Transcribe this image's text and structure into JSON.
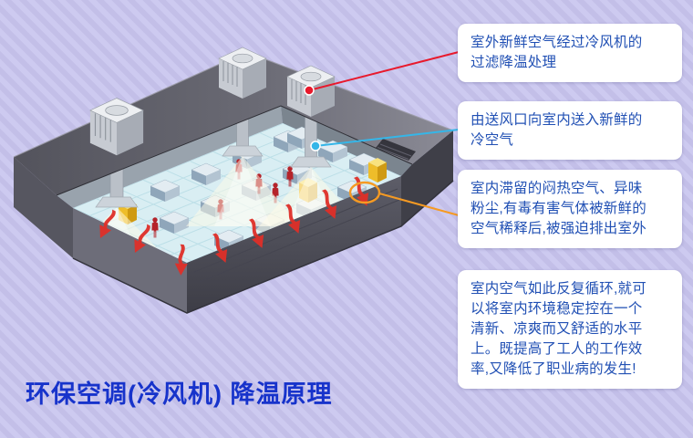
{
  "title": "环保空调(冷风机) 降温原理",
  "colors": {
    "title_text": "#1733cb",
    "callout_text": "#2150b4",
    "callout_background": "#ffffff",
    "page_background_base": "#cdcaf0",
    "page_background_stripe": "#c3bfe8",
    "marker_filter": "#e8192c",
    "marker_supply": "#35b6e8",
    "marker_exhaust": "#f59a23"
  },
  "callouts": [
    {
      "name": "filter",
      "marker_color": "#e8192c",
      "text": "室外新鲜空气经过冷风机的\n过滤降温处理"
    },
    {
      "name": "supply",
      "marker_color": "#35b6e8",
      "text": "由送风口向室内送入新鲜的\n冷空气"
    },
    {
      "name": "exhaust",
      "marker_color": "#f59a23",
      "text": "室内滞留的闷热空气、异味\n粉尘,有毒有害气体被新鲜的\n空气稀释后,被强迫排出室外"
    },
    {
      "name": "cycle",
      "marker_color": "",
      "text": "室内空气如此反复循环,就可\n以将室内环境稳定控在一个\n清新、凉爽而又舒适的水平\n上。既提高了工人的工作效\n率,又降低了职业病的发生!"
    }
  ]
}
